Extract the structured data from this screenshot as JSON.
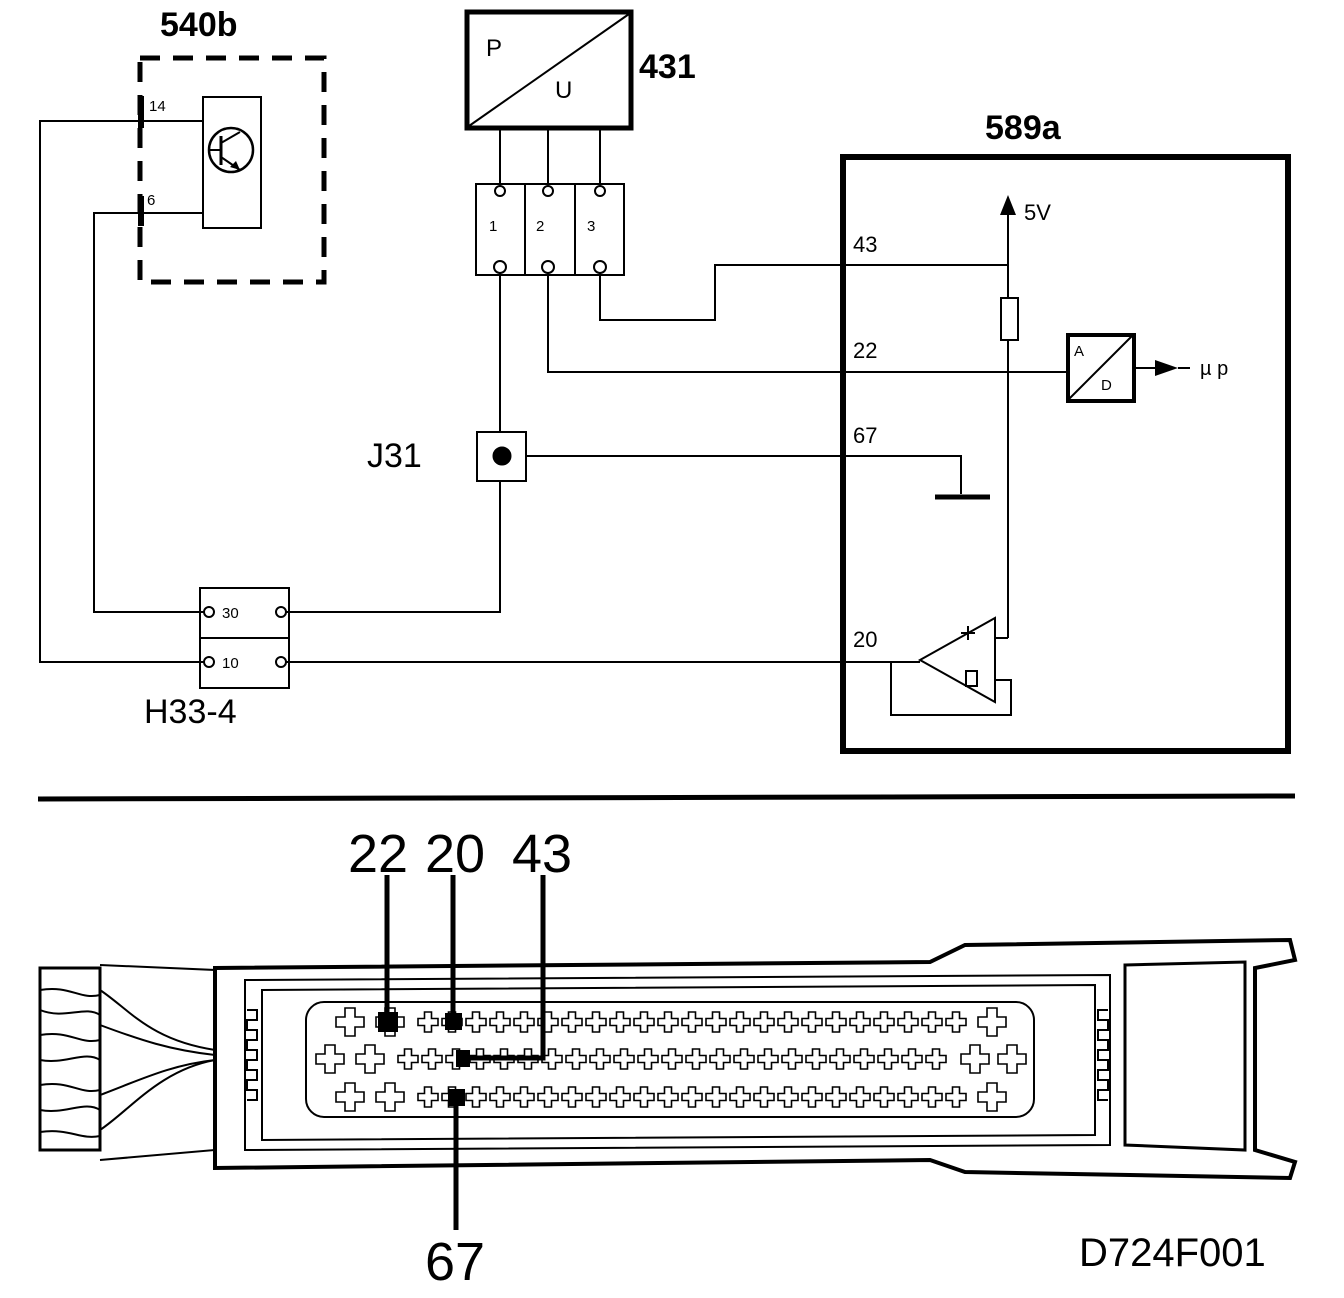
{
  "components": {
    "sensor_540b": {
      "label": "540b",
      "pin_top": "14",
      "pin_bottom": "6"
    },
    "transducer_431": {
      "label": "431",
      "in": "P",
      "out": "U"
    },
    "connector_431": {
      "pins": [
        "1",
        "2",
        "3"
      ]
    },
    "ecu_589a": {
      "label": "589a",
      "supply": "5V",
      "pins": {
        "p43": "43",
        "p22": "22",
        "p67": "67",
        "p20": "20"
      },
      "adc_in": "A",
      "adc_out": "D",
      "output": "µ p"
    },
    "junction_J31": {
      "label": "J31"
    },
    "connector_H33_4": {
      "label": "H33-4",
      "pin_top": "30",
      "pin_bottom": "10"
    }
  },
  "connector_view": {
    "callouts_top": [
      "22",
      "20",
      "43"
    ],
    "callout_bottom": "67"
  },
  "figure_code": "D724F001",
  "colors": {
    "ink": "#000000",
    "background": "#ffffff"
  }
}
